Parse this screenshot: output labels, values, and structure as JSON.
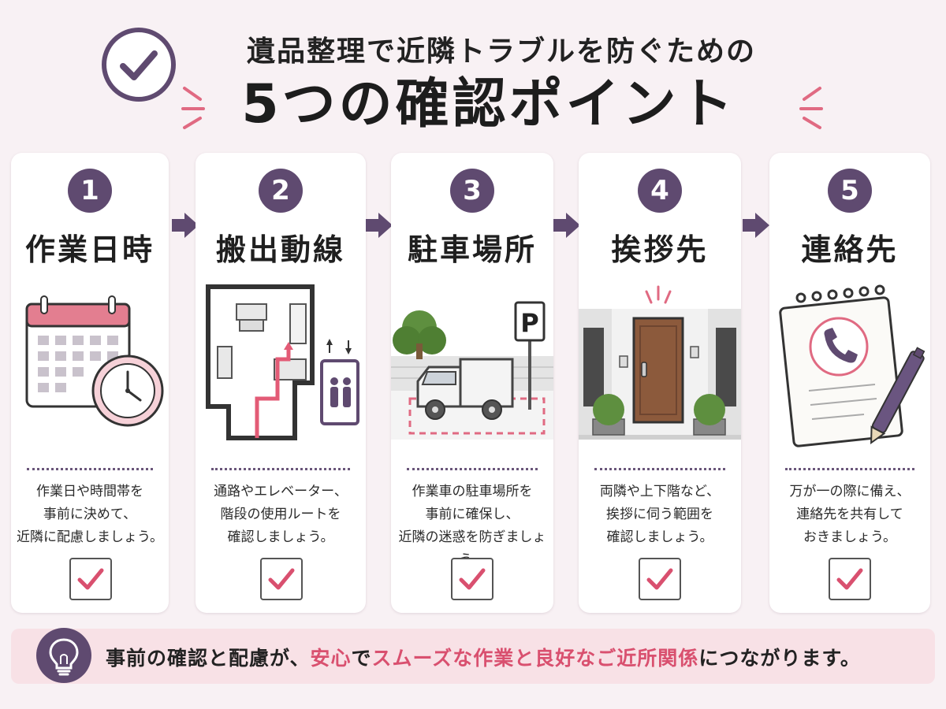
{
  "header": {
    "title_line1": "遺品整理で近隣トラブルを防ぐための",
    "title_line2": "5つの確認ポイント"
  },
  "cards": [
    {
      "number": "1",
      "title": "作業日時",
      "illustration": "calendar-clock-icon",
      "desc": [
        "作業日や時間帯を",
        "事前に決めて、",
        "近隣に配慮しましょう。"
      ]
    },
    {
      "number": "2",
      "title": "搬出動線",
      "illustration": "floor-plan-elevator-icon",
      "desc": [
        "通路やエレベーター、",
        "階段の使用ルートを",
        "確認しましょう。"
      ]
    },
    {
      "number": "3",
      "title": "駐車場所",
      "illustration": "parking-truck-icon",
      "parking_sign": "P",
      "desc": [
        "作業車の駐車場所を",
        "事前に確保し、",
        "近隣の迷惑を防ぎましょう。"
      ]
    },
    {
      "number": "4",
      "title": "挨拶先",
      "illustration": "neighbor-doors-icon",
      "desc": [
        "両隣や上下階など、",
        "挨拶に伺う範囲を",
        "確認しましょう。"
      ]
    },
    {
      "number": "5",
      "title": "連絡先",
      "illustration": "notepad-phone-pen-icon",
      "desc": [
        "万が一の際に備え、",
        "連絡先を共有して",
        "おきましょう。"
      ]
    }
  ],
  "footer": {
    "part1": "事前の確認と配慮が、",
    "accent1": "安心",
    "part2": "で",
    "accent2": "スムーズな作業と良好なご近所関係",
    "part3": "につながります。"
  },
  "colors": {
    "primary": "#5f4a70",
    "accent": "#d9506f",
    "background": "#f8f1f4",
    "footer_bg": "#f8e1e6"
  }
}
